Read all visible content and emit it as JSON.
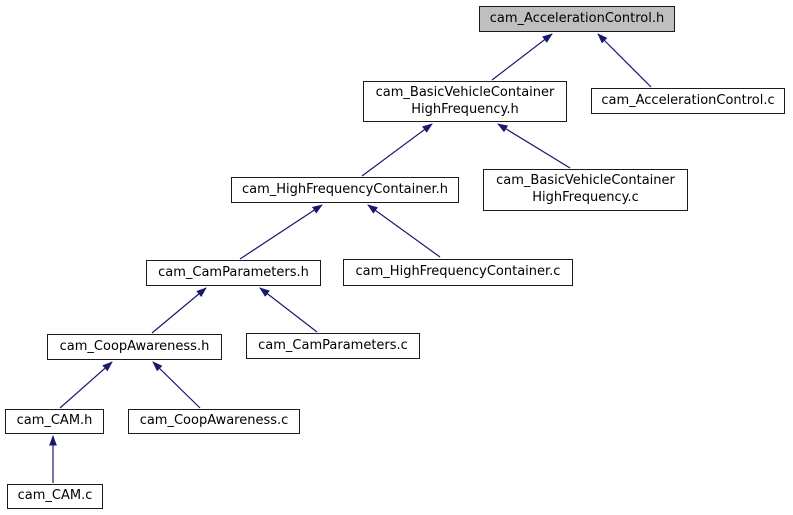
{
  "graph": {
    "type": "include-dependency-graph",
    "colors": {
      "edge": "#191970",
      "node_border": "#1a1a1a",
      "node_fill": "#ffffff",
      "highlight_fill": "#bfbfbf",
      "background": "#ffffff"
    },
    "nodes": [
      {
        "id": "cam_AccelerationControl_h",
        "label": "cam_AccelerationControl.h",
        "highlighted": true
      },
      {
        "id": "cam_BasicVehicleContainerHighFrequency_h",
        "label": "cam_BasicVehicleContainer\nHighFrequency.h",
        "highlighted": false
      },
      {
        "id": "cam_AccelerationControl_c",
        "label": "cam_AccelerationControl.c",
        "highlighted": false
      },
      {
        "id": "cam_HighFrequencyContainer_h",
        "label": "cam_HighFrequencyContainer.h",
        "highlighted": false
      },
      {
        "id": "cam_BasicVehicleContainerHighFrequency_c",
        "label": "cam_BasicVehicleContainer\nHighFrequency.c",
        "highlighted": false
      },
      {
        "id": "cam_CamParameters_h",
        "label": "cam_CamParameters.h",
        "highlighted": false
      },
      {
        "id": "cam_HighFrequencyContainer_c",
        "label": "cam_HighFrequencyContainer.c",
        "highlighted": false
      },
      {
        "id": "cam_CoopAwareness_h",
        "label": "cam_CoopAwareness.h",
        "highlighted": false
      },
      {
        "id": "cam_CamParameters_c",
        "label": "cam_CamParameters.c",
        "highlighted": false
      },
      {
        "id": "cam_CAM_h",
        "label": "cam_CAM.h",
        "highlighted": false
      },
      {
        "id": "cam_CoopAwareness_c",
        "label": "cam_CoopAwareness.c",
        "highlighted": false
      },
      {
        "id": "cam_CAM_c",
        "label": "cam_CAM.c",
        "highlighted": false
      }
    ],
    "edges": [
      {
        "from": "cam_BasicVehicleContainerHighFrequency.h",
        "to": "cam_AccelerationControl.h"
      },
      {
        "from": "cam_AccelerationControl.c",
        "to": "cam_AccelerationControl.h"
      },
      {
        "from": "cam_HighFrequencyContainer.h",
        "to": "cam_BasicVehicleContainerHighFrequency.h"
      },
      {
        "from": "cam_BasicVehicleContainerHighFrequency.c",
        "to": "cam_BasicVehicleContainerHighFrequency.h"
      },
      {
        "from": "cam_CamParameters.h",
        "to": "cam_HighFrequencyContainer.h"
      },
      {
        "from": "cam_HighFrequencyContainer.c",
        "to": "cam_HighFrequencyContainer.h"
      },
      {
        "from": "cam_CoopAwareness.h",
        "to": "cam_CamParameters.h"
      },
      {
        "from": "cam_CamParameters.c",
        "to": "cam_CamParameters.h"
      },
      {
        "from": "cam_CAM.h",
        "to": "cam_CoopAwareness.h"
      },
      {
        "from": "cam_CoopAwareness.c",
        "to": "cam_CoopAwareness.h"
      },
      {
        "from": "cam_CAM.c",
        "to": "cam_CAM.h"
      }
    ]
  }
}
